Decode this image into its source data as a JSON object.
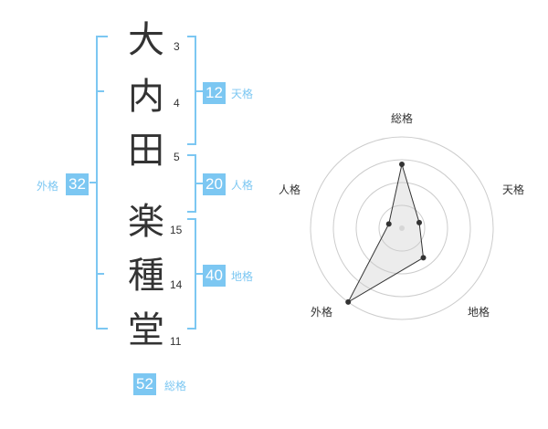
{
  "name": {
    "characters": [
      {
        "char": "大",
        "strokes": "3"
      },
      {
        "char": "内",
        "strokes": "4"
      },
      {
        "char": "田",
        "strokes": "5"
      },
      {
        "char": "楽",
        "strokes": "15"
      },
      {
        "char": "種",
        "strokes": "14"
      },
      {
        "char": "堂",
        "strokes": "11"
      }
    ]
  },
  "fortune": {
    "tenkaku": {
      "value": "12",
      "label": "天格"
    },
    "jinkaku": {
      "value": "20",
      "label": "人格"
    },
    "chikaku": {
      "value": "40",
      "label": "地格"
    },
    "gaikaku": {
      "value": "32",
      "label": "外格"
    },
    "soukaku": {
      "value": "52",
      "label": "総格"
    }
  },
  "colors": {
    "accent": "#7cc7f2",
    "text": "#333333",
    "grid": "#cccccc",
    "fill": "#eeeeee"
  },
  "chart_data": {
    "type": "radar",
    "axes": [
      "総格",
      "天格",
      "地格",
      "外格",
      "人格"
    ],
    "values": [
      0.7,
      0.2,
      0.4,
      1.0,
      0.15
    ],
    "rings": 4,
    "range": [
      0,
      1
    ]
  }
}
